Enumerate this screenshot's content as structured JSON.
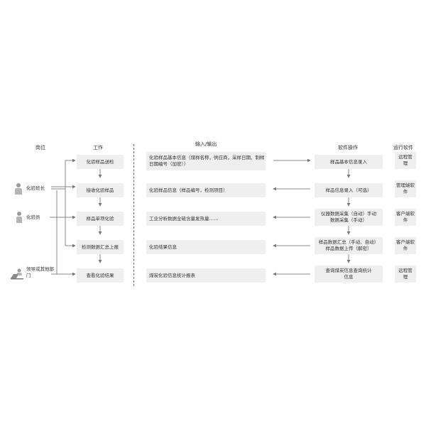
{
  "headers": {
    "post": "岗位",
    "work": "工作",
    "io": "输入/输出",
    "software_op": "软件操作",
    "run_software": "运行软件"
  },
  "roles": [
    {
      "label": "化验班长",
      "icon": "person-icon"
    },
    {
      "label": "化验员",
      "icon": "person-icon"
    },
    {
      "label": "领导或其他部门",
      "icon": "laptop-user-icon"
    }
  ],
  "rows": [
    {
      "work": "化验样品送检",
      "io": "化验样品基本信息（煤样名称，供应商，采样日期、制样日期编号（加密））",
      "software": "样品基本信息录入",
      "run": "远程管理"
    },
    {
      "work": "接收化验样品",
      "io": "化验样品信息（样品编号，检测项目）",
      "software": "样品信息录入（可选）",
      "run": "管理端软件"
    },
    {
      "work": "样品单项化验",
      "io": "工业分析数据全硫含量发热量……",
      "software": "仪器数据采集（自动）手动数据采集（手动）",
      "run": "客户端软件"
    },
    {
      "work": "检测数据汇总上报",
      "io": "化验结果信息",
      "software": "样品数据汇总（手动、自动）样品数据上传（解密）",
      "run": "客户端软件"
    },
    {
      "work": "查看化验结果",
      "io": "煤炭化验信息统计报表",
      "software": "查询煤炭信息查询统计信息",
      "run": "远程管理"
    }
  ]
}
